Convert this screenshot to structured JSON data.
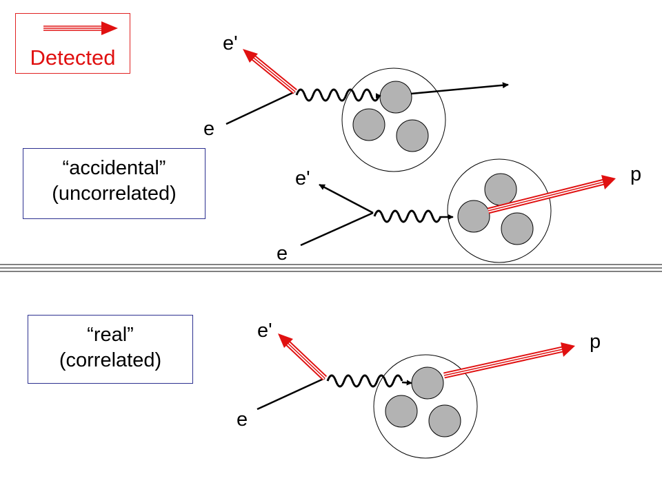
{
  "legend": {
    "label": "Detected",
    "arrow_color": "#e01010"
  },
  "boxes": {
    "accidental": {
      "line1": "“accidental”",
      "line2": "(uncorrelated)"
    },
    "real": {
      "line1": "“real”",
      "line2": "(correlated)"
    }
  },
  "labels": {
    "top_e_prime": "e'",
    "top_e": "e",
    "mid_e_prime": "e'",
    "mid_e": "e",
    "mid_p": "p",
    "bot_e_prime": "e'",
    "bot_e": "e",
    "bot_p": "p"
  },
  "colors": {
    "detected": "#e01010",
    "nucleon": "#b3b3b3",
    "line": "#000000",
    "box_border": "#2b2f8f"
  }
}
